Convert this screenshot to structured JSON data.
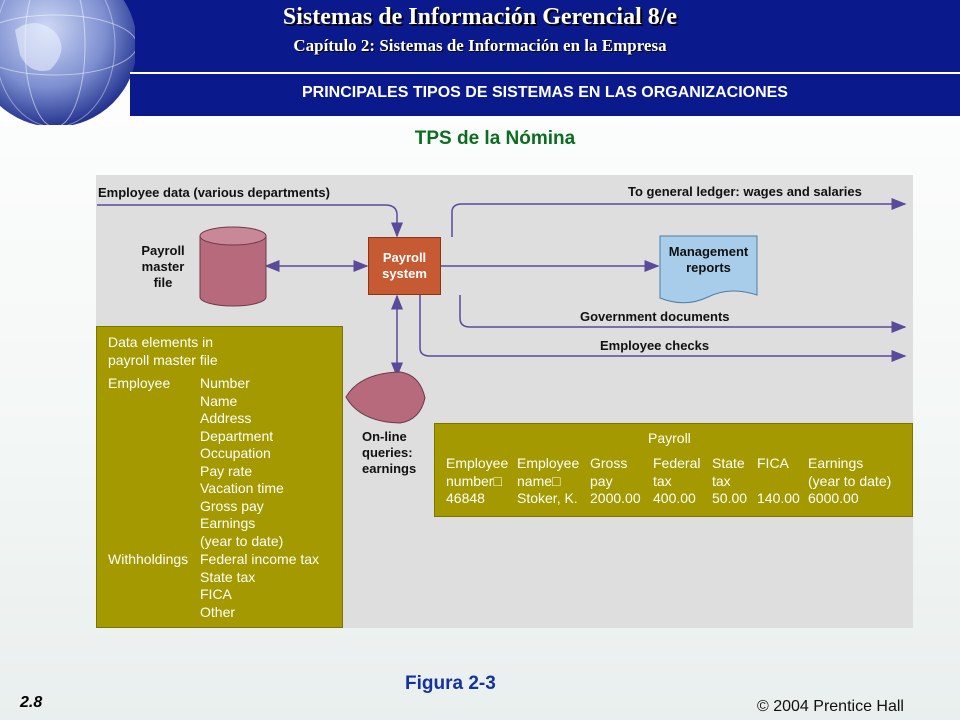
{
  "header": {
    "title": "Sistemas de Información Gerencial 8/e",
    "subtitle": "Capítulo 2: Sistemas de Información en la Empresa",
    "section_title": "PRINCIPALES TIPOS DE SISTEMAS EN LAS ORGANIZACIONES"
  },
  "diagram": {
    "heading": "TPS de la Nómina",
    "employee_data": "Employee data (various departments)",
    "general_ledger": "To general ledger: wages and salaries",
    "master_file": [
      "Payroll",
      "master",
      "file"
    ],
    "payroll_system": [
      "Payroll",
      "system"
    ],
    "management_reports": [
      "Management",
      "reports"
    ],
    "government_documents": "Government documents",
    "employee_checks": "Employee checks",
    "online_queries": [
      "On-line",
      "queries:",
      "earnings"
    ]
  },
  "data_elements": {
    "title_lines": [
      "Data elements in",
      "payroll master file"
    ],
    "employee_label": "Employee",
    "employee_items": [
      "Number",
      "Name",
      "Address",
      "Department",
      "Occupation",
      "Pay rate",
      "Vacation time",
      "Gross pay",
      "Earnings",
      "(year to date)"
    ],
    "withholdings_label": "Withholdings",
    "withholding_items": [
      "Federal income tax",
      "State tax",
      "FICA",
      "Other"
    ]
  },
  "payroll_record": {
    "title": "Payroll",
    "columns": [
      {
        "header": [
          "Employee",
          "number□"
        ],
        "value": "46848"
      },
      {
        "header": [
          "Employee",
          "name□"
        ],
        "value": "Stoker, K."
      },
      {
        "header": [
          "Gross",
          "pay"
        ],
        "value": "2000.00"
      },
      {
        "header": [
          "Federal",
          "tax"
        ],
        "value": "400.00"
      },
      {
        "header": [
          "State",
          "tax"
        ],
        "value": "50.00"
      },
      {
        "header": [
          "FICA",
          ""
        ],
        "value": "140.00"
      },
      {
        "header": [
          "Earnings",
          "(year to date)"
        ],
        "value": "6000.00"
      }
    ]
  },
  "footer": {
    "figure_label": "Figura 2-3",
    "slide_number": "2.8",
    "copyright": "© 2004 Prentice Hall"
  },
  "colors": {
    "header_blue": "#0a1a8c",
    "olive": "#a49a00",
    "payroll_box": "#c55a33",
    "cylinder": "#b66a7c",
    "arrow": "#5a4a9a"
  }
}
